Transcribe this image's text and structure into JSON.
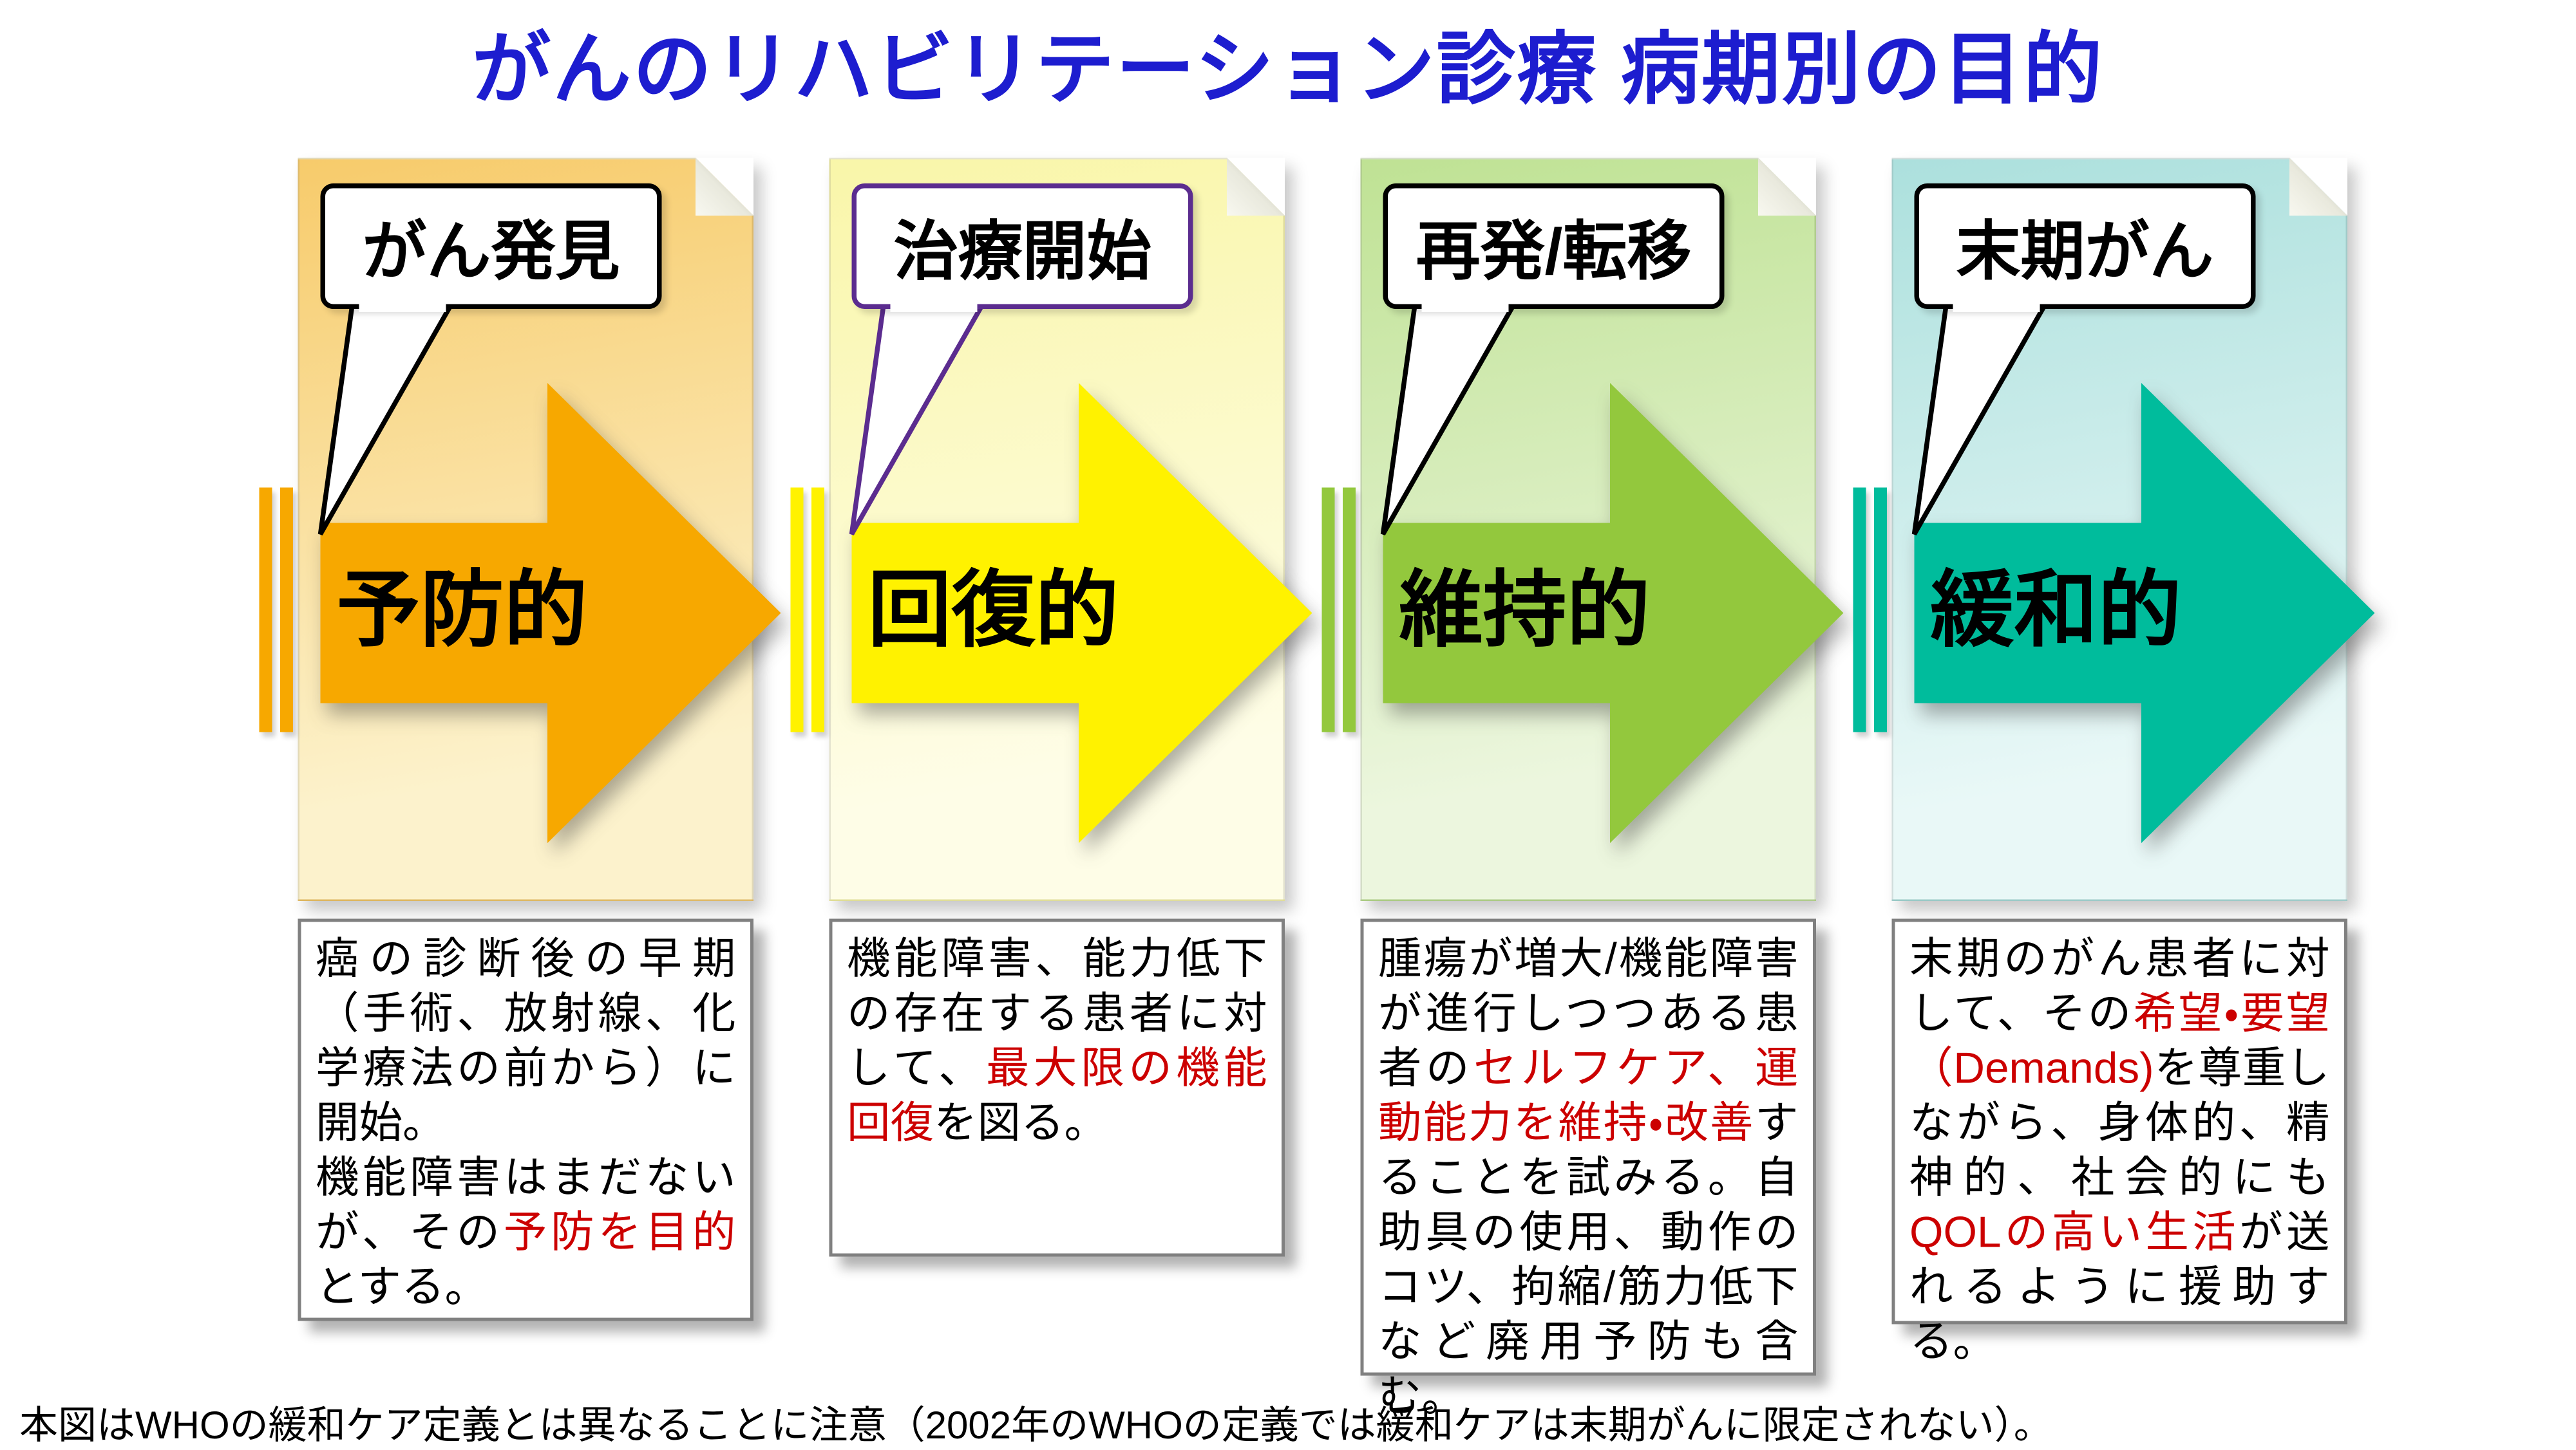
{
  "title": "がんのリハビリテーション診療 病期別の目的",
  "footnote": "本図はWHOの緩和ケア定義とは異なることに注意（2002年のWHOの定義では緩和ケアは末期がんに限定されない）。",
  "colors": {
    "title": "#1d1dcf",
    "emphasis": "#cc0000"
  },
  "panels": [
    {
      "callout": "がん発見",
      "stage": "予防的",
      "colors": {
        "arrow": "#f7a800",
        "bar": "#f7a800",
        "bg_from": "#f7cb6b",
        "bg_to": "#fcf2cc",
        "callout_border": "#000000"
      },
      "description": [
        {
          "text": "癌の診断後の早期（手術、放射線、化学療法の前から）に開始。\n機能障害はまだないが、その"
        },
        {
          "text": "予防を目的",
          "red": true
        },
        {
          "text": "とする。"
        }
      ]
    },
    {
      "callout": "治療開始",
      "stage": "回復的",
      "colors": {
        "arrow": "#fff200",
        "bar": "#fff200",
        "bg_from": "#f9f6a9",
        "bg_to": "#fefde7",
        "callout_border": "#5b2c8f"
      },
      "description": [
        {
          "text": "機能障害、能力低下の存在する患者に対して、"
        },
        {
          "text": "最大限の機能回復",
          "red": true
        },
        {
          "text": "を図る。"
        }
      ]
    },
    {
      "callout": "再発/転移",
      "stage": "維持的",
      "colors": {
        "arrow": "#93c83d",
        "bar": "#93c83d",
        "bg_from": "#bfe294",
        "bg_to": "#ecf6de",
        "callout_border": "#000000"
      },
      "description": [
        {
          "text": "腫瘍が増大/機能障害が進行しつつある患者の"
        },
        {
          "text": "セルフケア、運動能力を維持・改善",
          "red": true
        },
        {
          "text": "することを試みる。自助具の使用、動作のコツ、拘縮/筋力低下など廃用予防も含む。"
        }
      ]
    },
    {
      "callout": "末期がん",
      "stage": "緩和的",
      "colors": {
        "arrow": "#00bc9c",
        "bar": "#00bc9c",
        "bg_from": "#ace0dd",
        "bg_to": "#e9f8f7",
        "callout_border": "#000000"
      },
      "description": [
        {
          "text": "末期のがん患者に対して、その"
        },
        {
          "text": "希望・要望（Demands)",
          "red": true
        },
        {
          "text": "を尊重しながら、身体的、精神的、社会的にも"
        },
        {
          "text": "QOLの高い生活",
          "red": true
        },
        {
          "text": "が送れるように援助する。"
        }
      ]
    }
  ]
}
